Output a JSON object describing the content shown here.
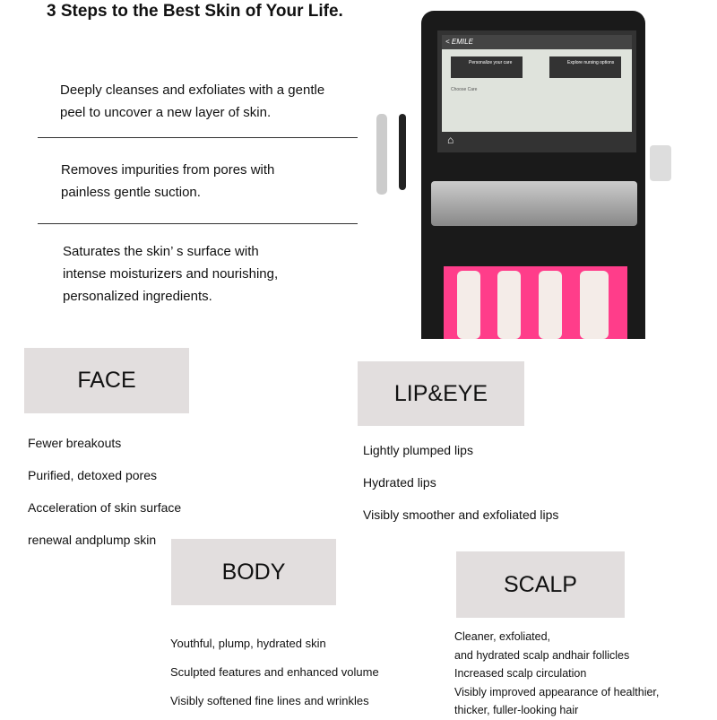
{
  "title": "3 Steps to the Best Skin of Your Life.",
  "steps": [
    {
      "line1": "Deeply cleanses and exfoliates with a gentle",
      "line2": "peel to uncover a new layer of skin."
    },
    {
      "line1": "Removes impurities from pores with",
      "line2": "painless gentle suction."
    },
    {
      "line1": "Saturates the skin’ s surface with",
      "line2": "intense moisturizers and nourishing,",
      "line3": "personalized ingredients."
    }
  ],
  "machine_screen": {
    "brand": "< EMILE",
    "card1": "Personalize your care",
    "card2": "Explore nursing options",
    "section": "Choose Care"
  },
  "categories": {
    "face": {
      "label": "FACE",
      "items": [
        "Fewer breakouts",
        "Purified, detoxed pores",
        "Acceleration of skin surface",
        "renewal andplump skin"
      ]
    },
    "lipeye": {
      "label": "LIP&EYE",
      "items": [
        "Lightly plumped lips",
        "Hydrated lips",
        "Visibly smoother and exfoliated lips"
      ]
    },
    "body": {
      "label": "BODY",
      "items": [
        "Youthful, plump, hydrated skin",
        "Sculpted features and enhanced volume",
        "Visibly softened fine lines and wrinkles"
      ]
    },
    "scalp": {
      "label": "SCALP",
      "items": [
        "Cleaner, exfoliated,",
        "and hydrated scalp andhair follicles",
        "Increased scalp circulation",
        "Visibly improved appearance of healthier,",
        "thicker, fuller-looking hair"
      ]
    }
  },
  "colors": {
    "box": "#e2dede",
    "glow": "#ff3d8a"
  }
}
